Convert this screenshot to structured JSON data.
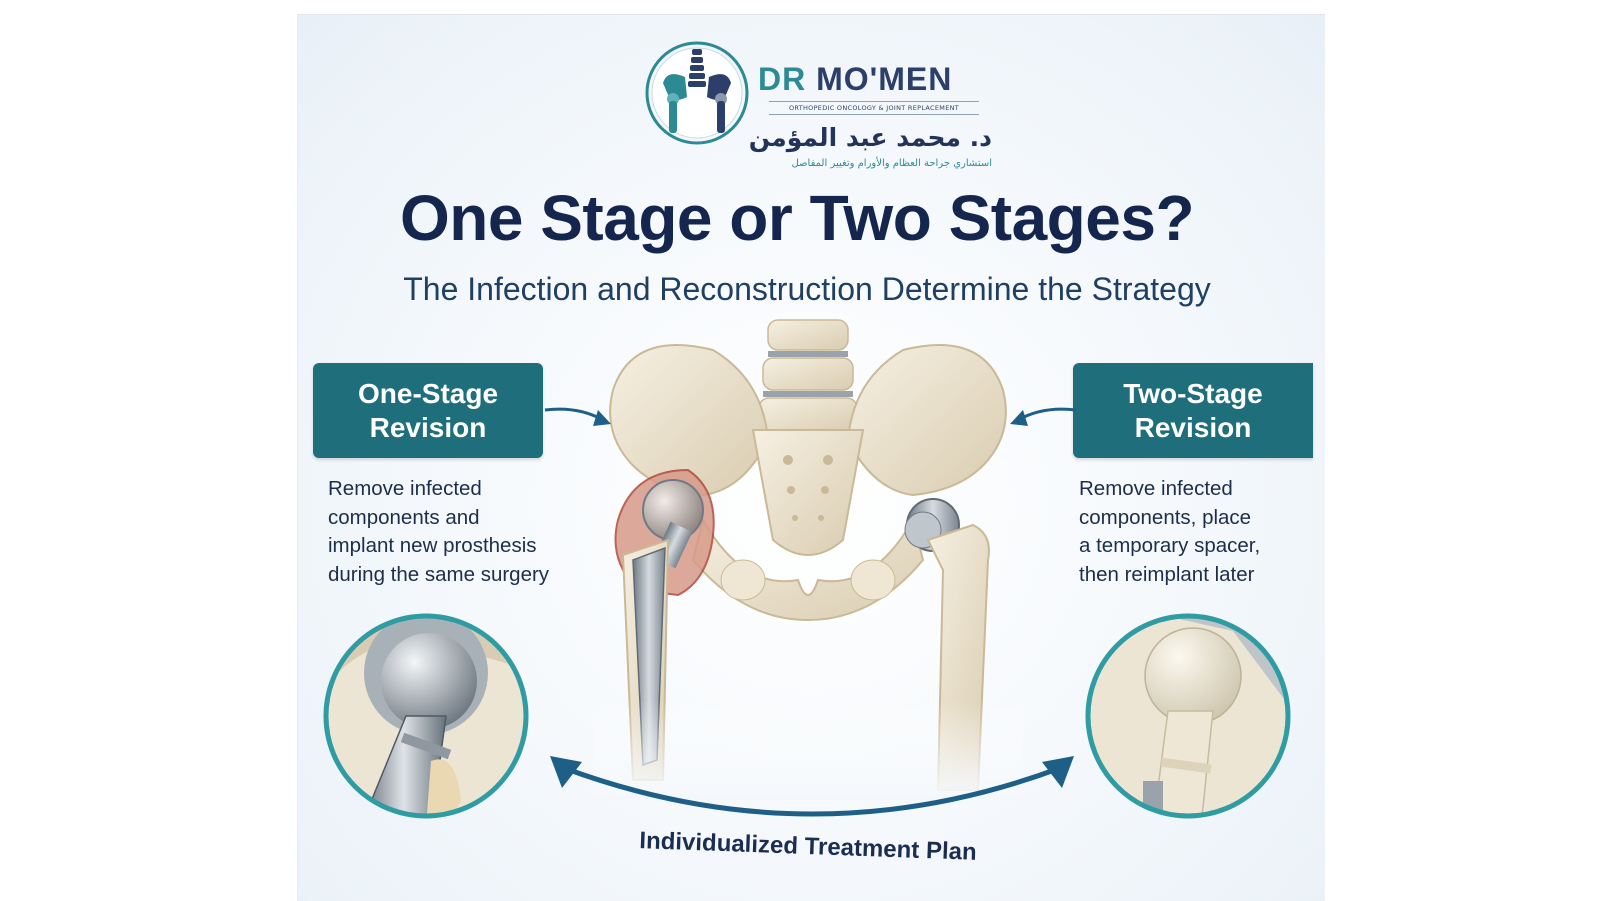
{
  "logo": {
    "brand_prefix": "DR",
    "brand_name": "MO'MEN",
    "tagline": "ORTHOPEDIC ONCOLOGY & JOINT REPLACEMENT",
    "arabic_name": "د. محمد عبد المؤمن",
    "arabic_subtitle": "استشاري جراحة العظام والأورام وتغيير المفاصل"
  },
  "title": "One Stage or Two Stages?",
  "subtitle": "The Infection and Reconstruction Determine the Strategy",
  "one_stage": {
    "label": "One-Stage\nRevision",
    "description": "Remove infected\ncomponents and\nimplant new prosthesis\nduring the same surgery"
  },
  "two_stage": {
    "label": "Two-Stage\nRevision",
    "description": "Remove infected\ncomponents, place\na temporary spacer,\nthen reimplant later"
  },
  "footer_label": "Individualized Treatment Plan",
  "colors": {
    "navy": "#14264d",
    "teal": "#1e6f7b",
    "arrow": "#1d5f86",
    "bone": "#ece3cf",
    "metal": "#9aa3ab",
    "infection": "#b2493b",
    "spacer": "#efe9d9"
  }
}
